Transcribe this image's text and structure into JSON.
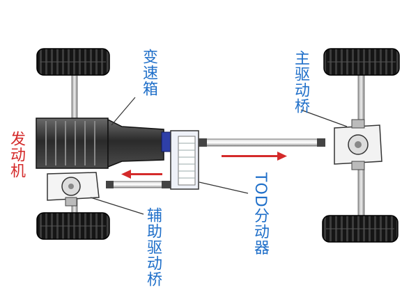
{
  "labels": {
    "engine": "发动机",
    "transmission": "变速箱",
    "main_axle": "主驱动桥",
    "aux_axle": "辅助驱动桥",
    "tod": "TOD分动器"
  },
  "colors": {
    "label_blue": "#1f6fc9",
    "label_red": "#d42a2a",
    "arrow_red": "#d42a2a",
    "coupler_blue": "#2e3fa8"
  }
}
